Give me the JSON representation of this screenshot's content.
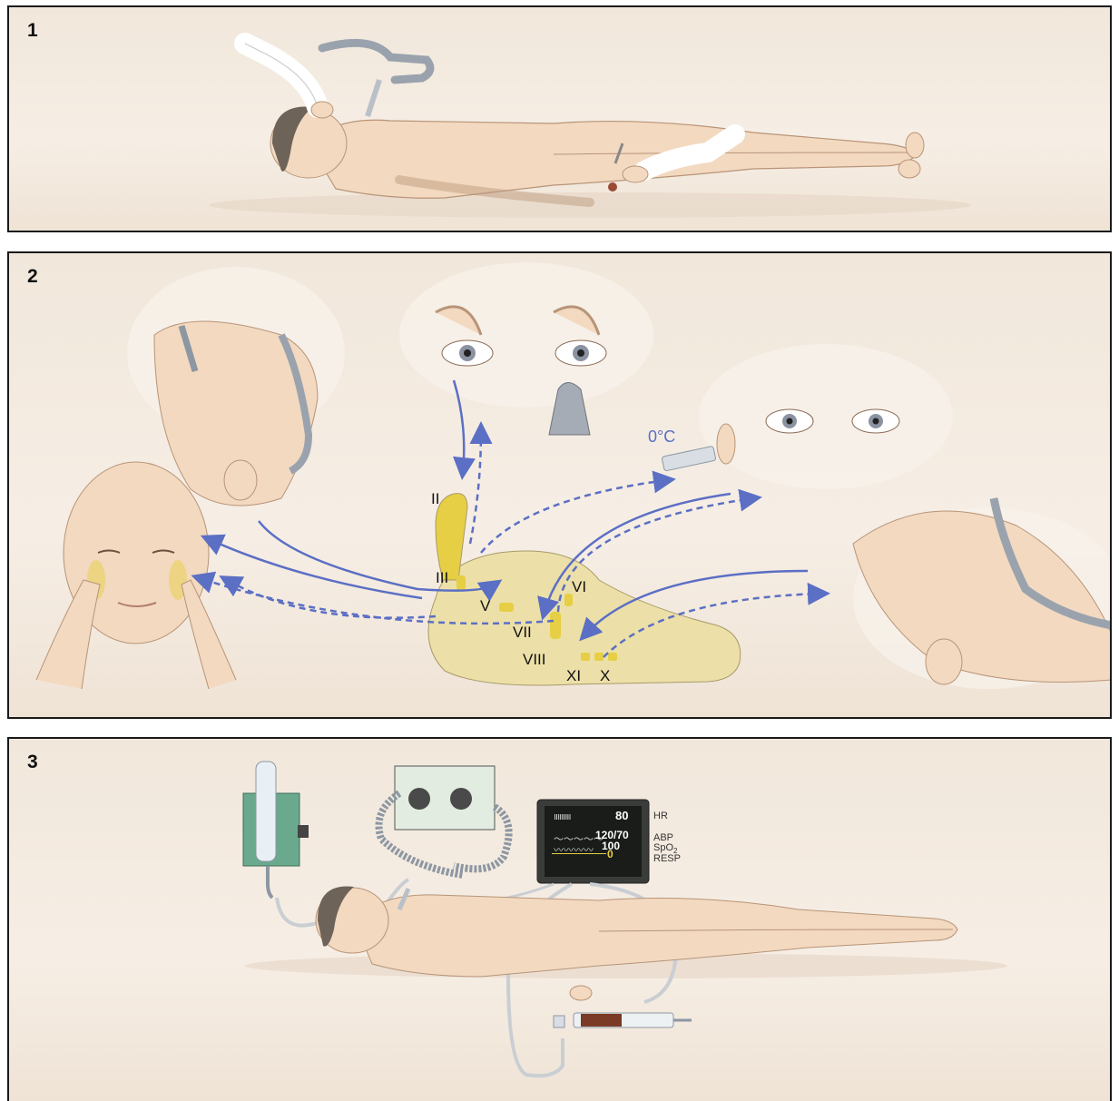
{
  "panels": [
    {
      "number": "1"
    },
    {
      "number": "2"
    },
    {
      "number": "3"
    }
  ],
  "nerves": {
    "II": "II",
    "III": "III",
    "V": "V",
    "VI": "VI",
    "VII": "VII",
    "VIII": "VIII",
    "XI": "XI",
    "X": "X"
  },
  "temperature": "0°C",
  "monitor": {
    "hr_value": "80",
    "abp_value": "120/70",
    "spo2_value": "100",
    "resp_value": "0",
    "hr_label": "HR",
    "abp_label": "ABP",
    "spo2_label": "SpO",
    "spo2_sub": "2",
    "resp_label": "RESP"
  },
  "colors": {
    "arrow_blue": "#5b6fc4",
    "nerve_yellow": "#e6cf45",
    "skin": "#f2d9c0",
    "panel_bg": "#f3e9de"
  }
}
